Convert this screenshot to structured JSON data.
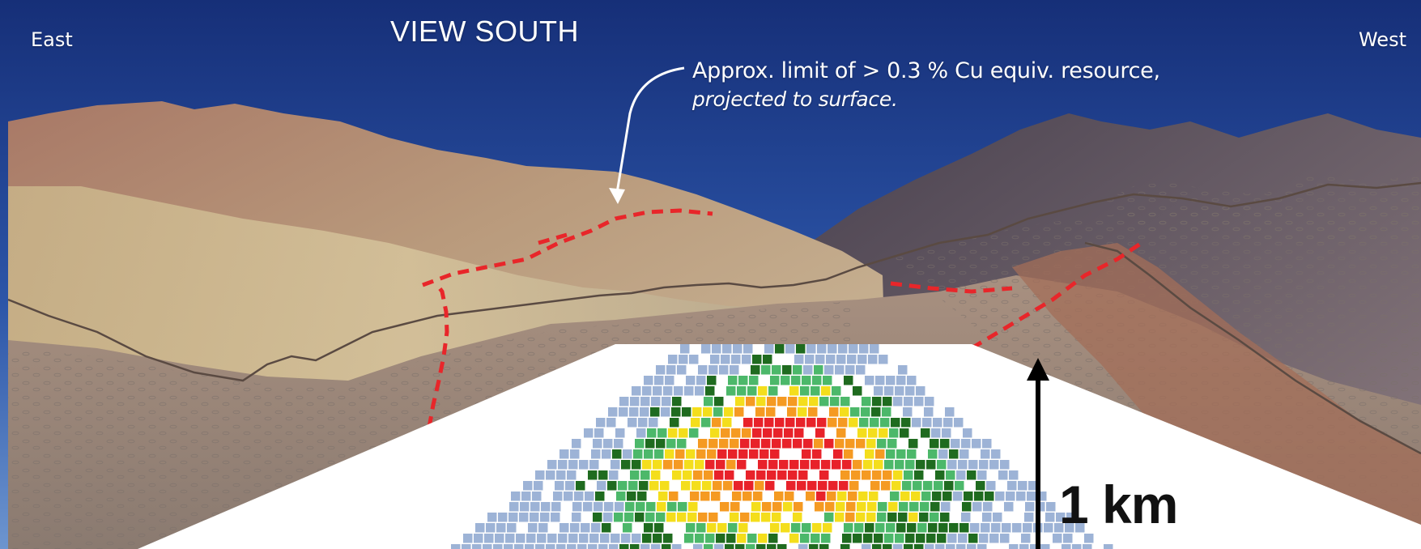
{
  "labels": {
    "east": "East",
    "west": "West",
    "view": "VIEW SOUTH",
    "annotation_line1": "Approx. limit of > 0.3 % Cu equiv. resource,",
    "annotation_line2": "projected to surface.",
    "scale": "1 km"
  },
  "colors": {
    "sky_top": "#1c3d8c",
    "sky_bottom": "#5b86c9",
    "limit_line": "#e8262a",
    "block_low": "#9db3d6",
    "block_dark_green": "#1f6b1f",
    "block_green": "#4cb86a",
    "block_yellow": "#f4de1c",
    "block_orange": "#f59a22",
    "block_red": "#e8222a"
  }
}
